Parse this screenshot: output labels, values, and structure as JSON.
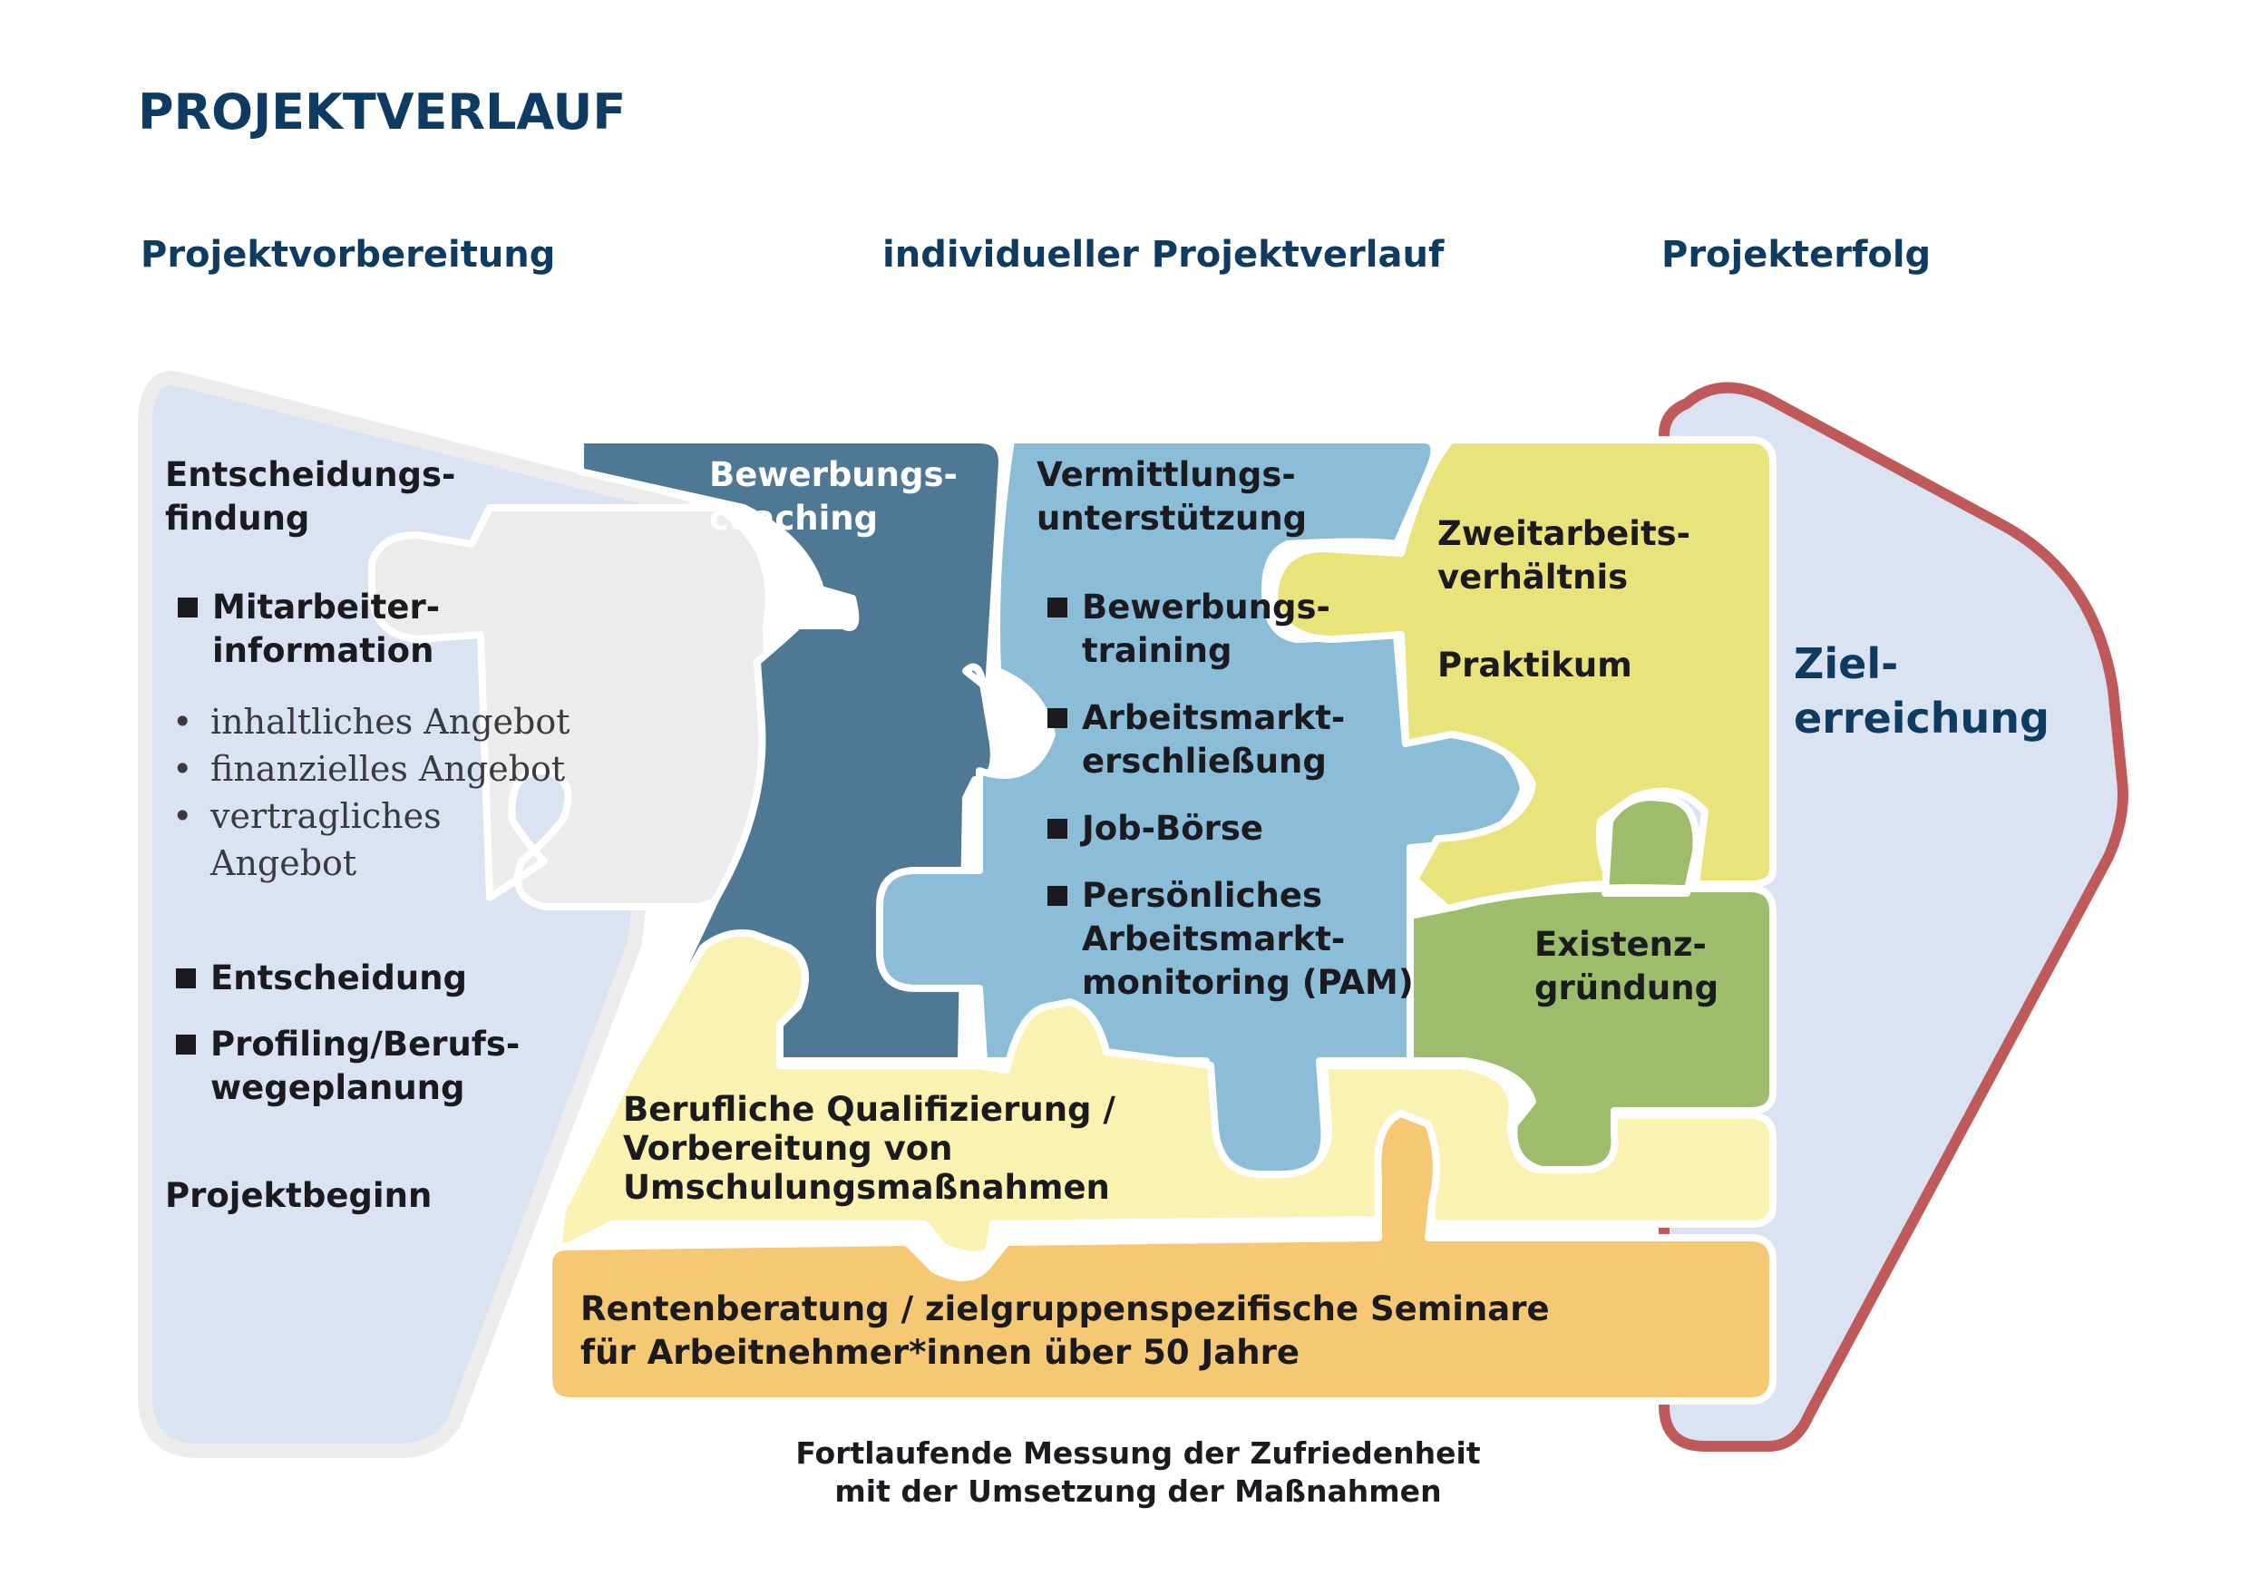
{
  "title": "PROJEKTVERLAUF",
  "phases": {
    "preparation": "Projektvorbereitung",
    "individual": "individueller Projektverlauf",
    "success": "Projekterfolg"
  },
  "preparation": {
    "decision_finding": "Entscheidungs-\nfindung",
    "employee_info": "Mitarbeiter-\ninformation",
    "offers": [
      "inhaltliches Angebot",
      "finanzielles Angebot",
      "vertragliches\nAngebot"
    ],
    "decision": "Entscheidung",
    "profiling": "Profiling/Berufs-\nwegeplanung",
    "project_start": "Projektbeginn"
  },
  "coaching": "Bewerbungs-\ncoaching",
  "placement": {
    "title": "Vermittlungs-\nunterstützung",
    "items": [
      "Bewerbungs-\ntraining",
      "Arbeitsmarkt-\nerschließung",
      "Job-Börse",
      "Persönliches\nArbeitsmarkt-\nmonitoring (PAM)"
    ]
  },
  "second_job": {
    "employment": "Zweitarbeits-\nverhältnis",
    "internship": "Praktikum"
  },
  "startup": "Existenz-\ngründung",
  "qualification": "Berufliche Qualifizierung /\nVorbereitung von\nUmschulungsmaßnahmen",
  "pension": "Rentenberatung / zielgruppenspezifische Seminare\nfür Arbeitnehmer*innen über 50 Jahre",
  "goal": "Ziel-\nerreichung",
  "footer": "Fortlaufende Messung der Zufriedenheit\nmit der Umsetzung der Maßnahmen",
  "colors": {
    "navy": "#0e3b62",
    "prep_bg": "#dbe2f2",
    "grey_piece": "#ececec",
    "coaching": "#4f7895",
    "placement": "#8bbcd8",
    "second_job": "#e8e37b",
    "startup": "#9dbd6c",
    "qualification": "#faf2b0",
    "pension": "#f5c874",
    "goal_border": "#c05a5a"
  }
}
